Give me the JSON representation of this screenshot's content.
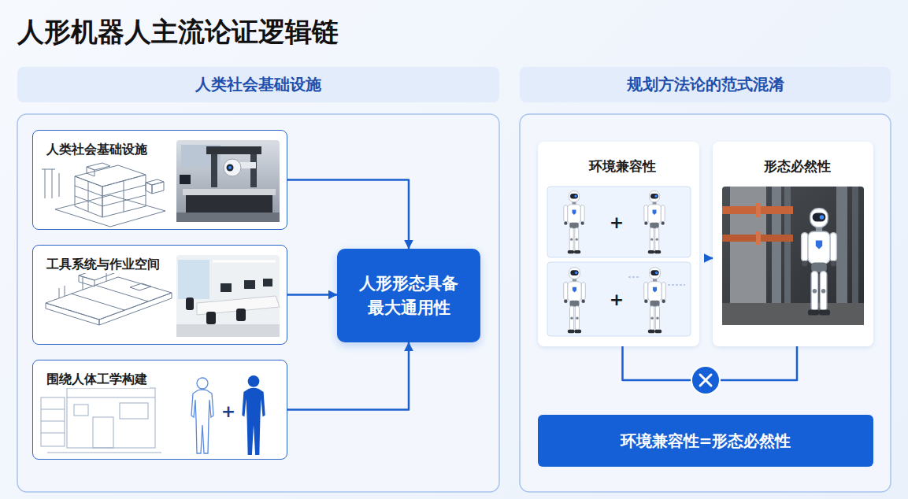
{
  "diagram": {
    "title": "人形机器人主流论证逻辑链",
    "nodes": [
      {
        "text": [
          "人类社会基础设施"
        ]
      },
      {
        "text": [
          "人类社会基础设施"
        ],
        "in": 0
      },
      {
        "text": [
          "工具系统与作业空间"
        ],
        "in": 0
      },
      {
        "text": [
          "围绕人体工学构建"
        ],
        "in": 0
      },
      {
        "text": [
          "人形形态具备 最大通用性"
        ],
        "in": 0
      },
      {
        "text": [
          "规划方法论的范式混淆"
        ]
      },
      {
        "text": [
          "环境兼容性"
        ],
        "in": 5
      },
      {
        "text": [
          "形态必然性"
        ],
        "in": 5
      },
      {
        "text": [
          "环境兼容性=形态必然性"
        ],
        "in": 5
      }
    ],
    "edges": [
      {
        "from": 1,
        "to": 4,
        "arrow": "to"
      },
      {
        "from": 2,
        "to": 4,
        "arrow": "to"
      },
      {
        "from": 3,
        "to": 4,
        "arrow": "to"
      },
      {
        "from": 6,
        "to": 7,
        "arrow": "to"
      },
      {
        "from": 6,
        "to": 7,
        "arrow": "none"
      }
    ],
    "labels": [
      "+",
      "+",
      "+"
    ]
  }
}
